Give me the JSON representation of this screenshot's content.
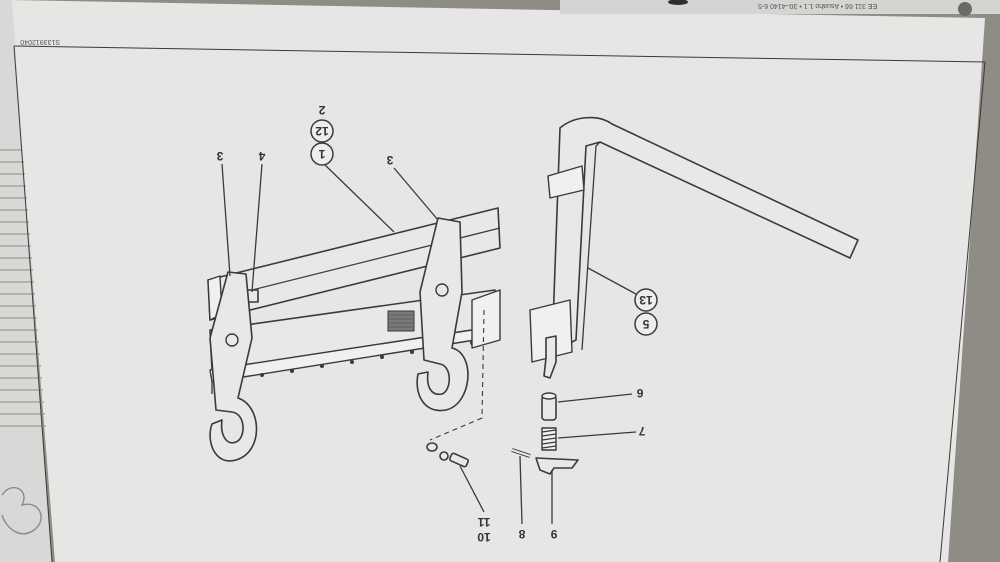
{
  "sheet": {
    "code": "S133912040",
    "header_text": "EE 311 66 • Asuaho 1.1 • 30–4140 6-5",
    "colors": {
      "paper": "#e6e6e4",
      "line": "#3a3a3a",
      "background": "#b9b8b4"
    }
  },
  "callouts": {
    "c1": "1",
    "c12": "12",
    "c2": "2",
    "c3_left": "3",
    "c3_right": "3",
    "c4": "4",
    "c13": "13",
    "c5": "5",
    "c6": "6",
    "c7": "7",
    "c8": "8",
    "c9": "9",
    "c10": "10",
    "c11": "11"
  }
}
